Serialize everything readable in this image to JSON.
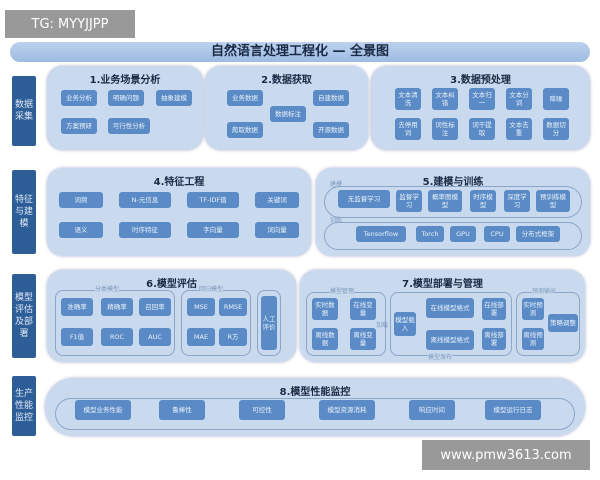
{
  "watermark_top": "TG: MYYJJPP",
  "watermark_bottom": "www.pmw3613.com",
  "title": "自然语言处理工程化 — 全景图",
  "side": [
    "数据采集",
    "特征与建模",
    "模型评估及部署",
    "生产性能监控"
  ],
  "s1": {
    "title": "1.业务场景分析",
    "items": [
      "业务分析",
      "明确问题",
      "抽象建模",
      "方案预研",
      "可行性分析"
    ]
  },
  "s2": {
    "title": "2.数据获取",
    "items": [
      "业务数据",
      "数据标注",
      "自建数据",
      "爬取数据",
      "开源数据"
    ]
  },
  "s3": {
    "title": "3.数据预处理",
    "items": [
      "文本清洗",
      "文本纠错",
      "文本归一",
      "文本分词",
      "降噪",
      "去停用词",
      "词性标注",
      "词干提取",
      "文本去重",
      "数据切分"
    ]
  },
  "s4": {
    "title": "4.特征工程",
    "items": [
      "词频",
      "N-元信息",
      "TF-IDF值",
      "关键词",
      "语义",
      "时序特征",
      "字向量",
      "词向量"
    ]
  },
  "s5": {
    "title": "5.建模与训练",
    "group_labels": [
      "建模",
      "训练"
    ],
    "items": [
      "无监督学习",
      "监督学习",
      "概率图模型",
      "时序模型",
      "深度学习",
      "预训练模型",
      "Tensorflow",
      "Torch",
      "GPU",
      "CPU",
      "分布式框架"
    ]
  },
  "s6": {
    "title": "6.模型评估",
    "group_labels": [
      "分类模型",
      "回归模型"
    ],
    "items": [
      "准确率",
      "精确率",
      "召回率",
      "F1值",
      "ROC",
      "AUC",
      "MSE",
      "RMSE",
      "MAE",
      "R方",
      "人工评价"
    ]
  },
  "s7": {
    "title": "7.模型部署与管理",
    "group_labels": [
      "模型管理",
      "加载",
      "模型发布",
      "预测输出"
    ],
    "items": [
      "实时数据",
      "在线变量",
      "离线数据",
      "离线变量",
      "模型载入",
      "在线模型格式",
      "离线模型格式",
      "在线部署",
      "离线部署",
      "实时预测",
      "离线预测",
      "策略调整"
    ]
  },
  "s8": {
    "title": "8.模型性能监控",
    "items": [
      "模型业务性能",
      "鲁棒性",
      "可控性",
      "模型资源消耗",
      "响应时间",
      "模型运行日志"
    ]
  },
  "colors": {
    "box": "#5a8bc6",
    "panel": "#c9daef",
    "side": "#2e5e98"
  }
}
